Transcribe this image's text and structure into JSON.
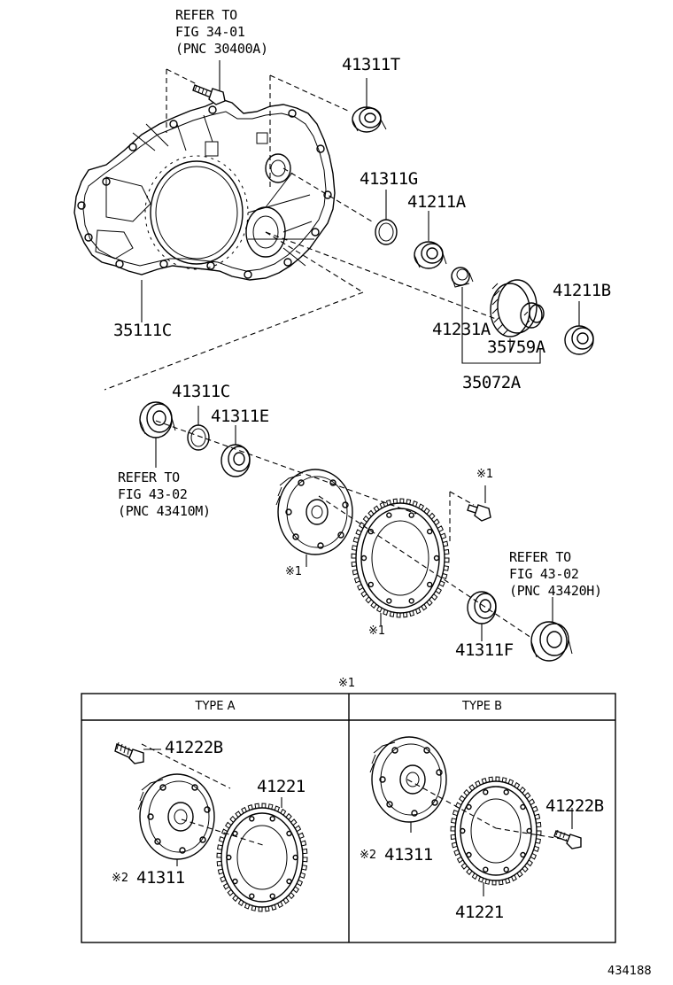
{
  "refs": {
    "fig34": [
      "REFER TO",
      "FIG 34-01",
      "(PNC 30400A)"
    ],
    "fig43a": [
      "REFER TO",
      "FIG 43-02",
      "(PNC 43410M)"
    ],
    "fig43b": [
      "REFER TO",
      "FIG 43-02",
      "(PNC 43420H)"
    ]
  },
  "parts": {
    "p41311T": "41311T",
    "p41311G": "41311G",
    "p41211A": "41211A",
    "p41211B": "41211B",
    "p41231A": "41231A",
    "p35759A": "35759A",
    "p35072A": "35072A",
    "p35111C": "35111C",
    "p41311C": "41311C",
    "p41311E": "41311E",
    "p41311F": "41311F"
  },
  "notes": {
    "mark1": "※1",
    "mark2": "※2"
  },
  "table": {
    "header": "※1",
    "type_a": "TYPE A",
    "type_b": "TYPE B",
    "a_bolt": "41222B",
    "a_gear": "41221",
    "a_case": "41311",
    "b_bolt": "41222B",
    "b_gear": "41221",
    "b_case": "41311"
  },
  "diagram_id": "434188"
}
